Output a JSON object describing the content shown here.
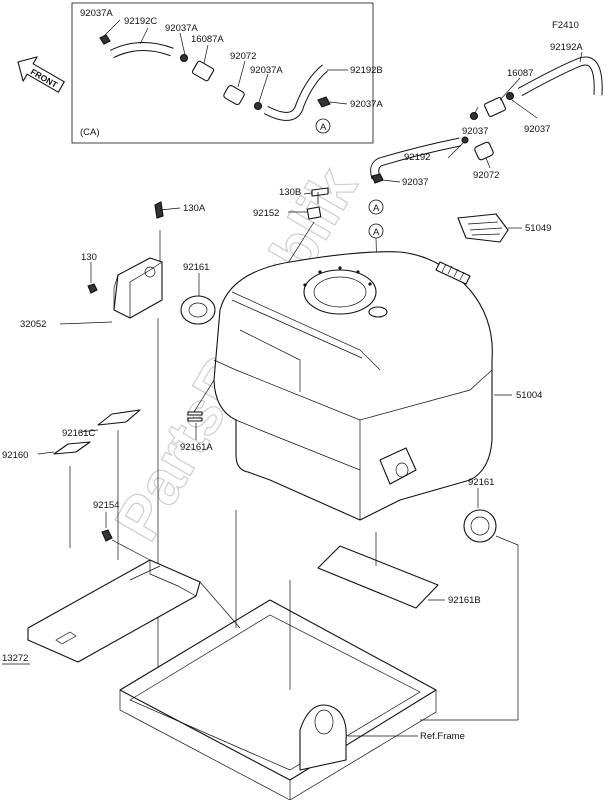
{
  "figure_code": "F2410",
  "front_label": "FRONT",
  "inset_variant": "(CA)",
  "ref_callout": "A",
  "watermark": "PartsRepublik",
  "labels": {
    "l92037A_1": "92037A",
    "l92192C": "92192C",
    "l92037A_2": "92037A",
    "l16087A": "16087A",
    "l92072_ca": "92072",
    "l92037A_3": "92037A",
    "l92192B": "92192B",
    "l92037A_4": "92037A",
    "l92192A": "92192A",
    "l16087": "16087",
    "l92037_1": "92037",
    "l92037_2": "92037",
    "l92192": "92192",
    "l92072": "92072",
    "l92037_3": "92037",
    "l130B": "130B",
    "l92152": "92152",
    "l130A": "130A",
    "l51049": "51049",
    "l130": "130",
    "l92161_1": "92161",
    "l32052": "32052",
    "l51004": "51004",
    "l92161C": "92161C",
    "l92160": "92160",
    "l92161A": "92161A",
    "l92161_2": "92161",
    "l92154": "92154",
    "l92161B": "92161B",
    "l13272": "13272",
    "lref": "Ref.Frame"
  }
}
